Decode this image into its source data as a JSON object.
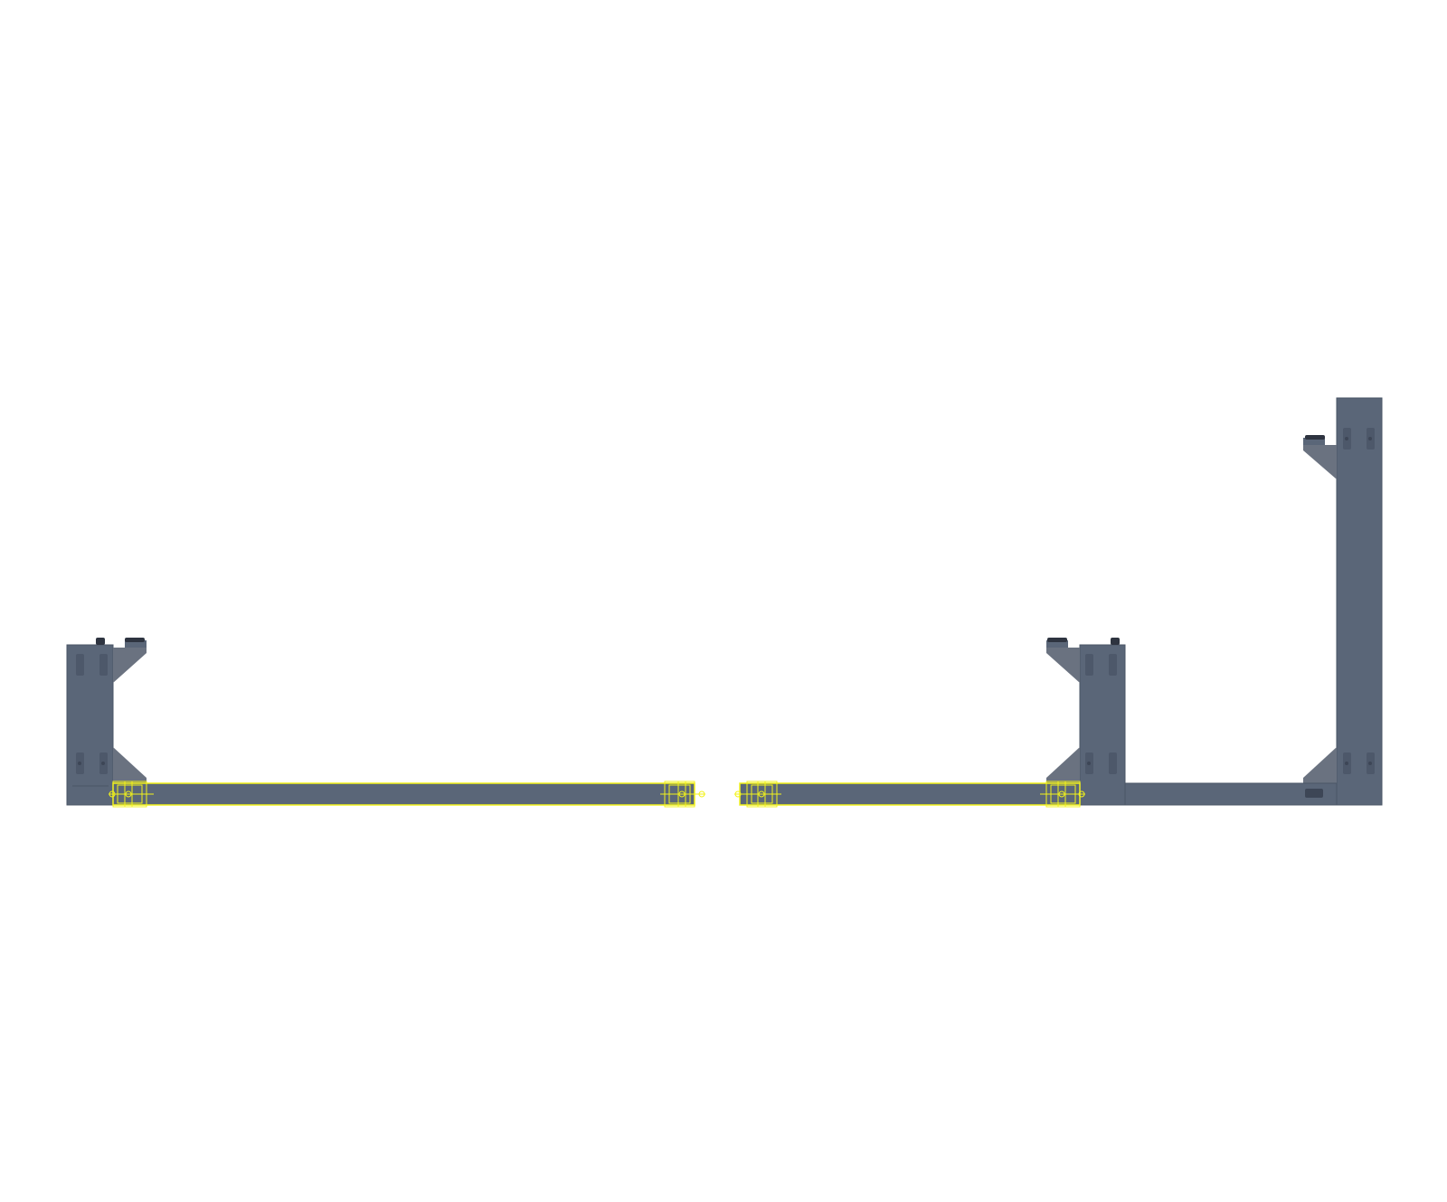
{
  "diagram": {
    "view": "frame-elevation",
    "colors": {
      "background": "#ffffff",
      "steel": "#5a6678",
      "steel_edge": "#4a5566",
      "gusset": "#6a7280",
      "bolt_dark": "#2e3440",
      "slot": "#3d4656",
      "selection": "#f2f21a"
    },
    "components": [
      {
        "name": "left-post",
        "kind": "column"
      },
      {
        "name": "center-post",
        "kind": "column"
      },
      {
        "name": "right-tall-post",
        "kind": "column"
      },
      {
        "name": "selected-beam-left",
        "kind": "beam",
        "selected": true
      },
      {
        "name": "selected-beam-right",
        "kind": "beam",
        "selected": true
      },
      {
        "name": "right-base-beam",
        "kind": "beam",
        "selected": false
      },
      {
        "name": "gusset-brackets",
        "kind": "bracket"
      },
      {
        "name": "bolt-heads",
        "kind": "fastener"
      }
    ]
  }
}
